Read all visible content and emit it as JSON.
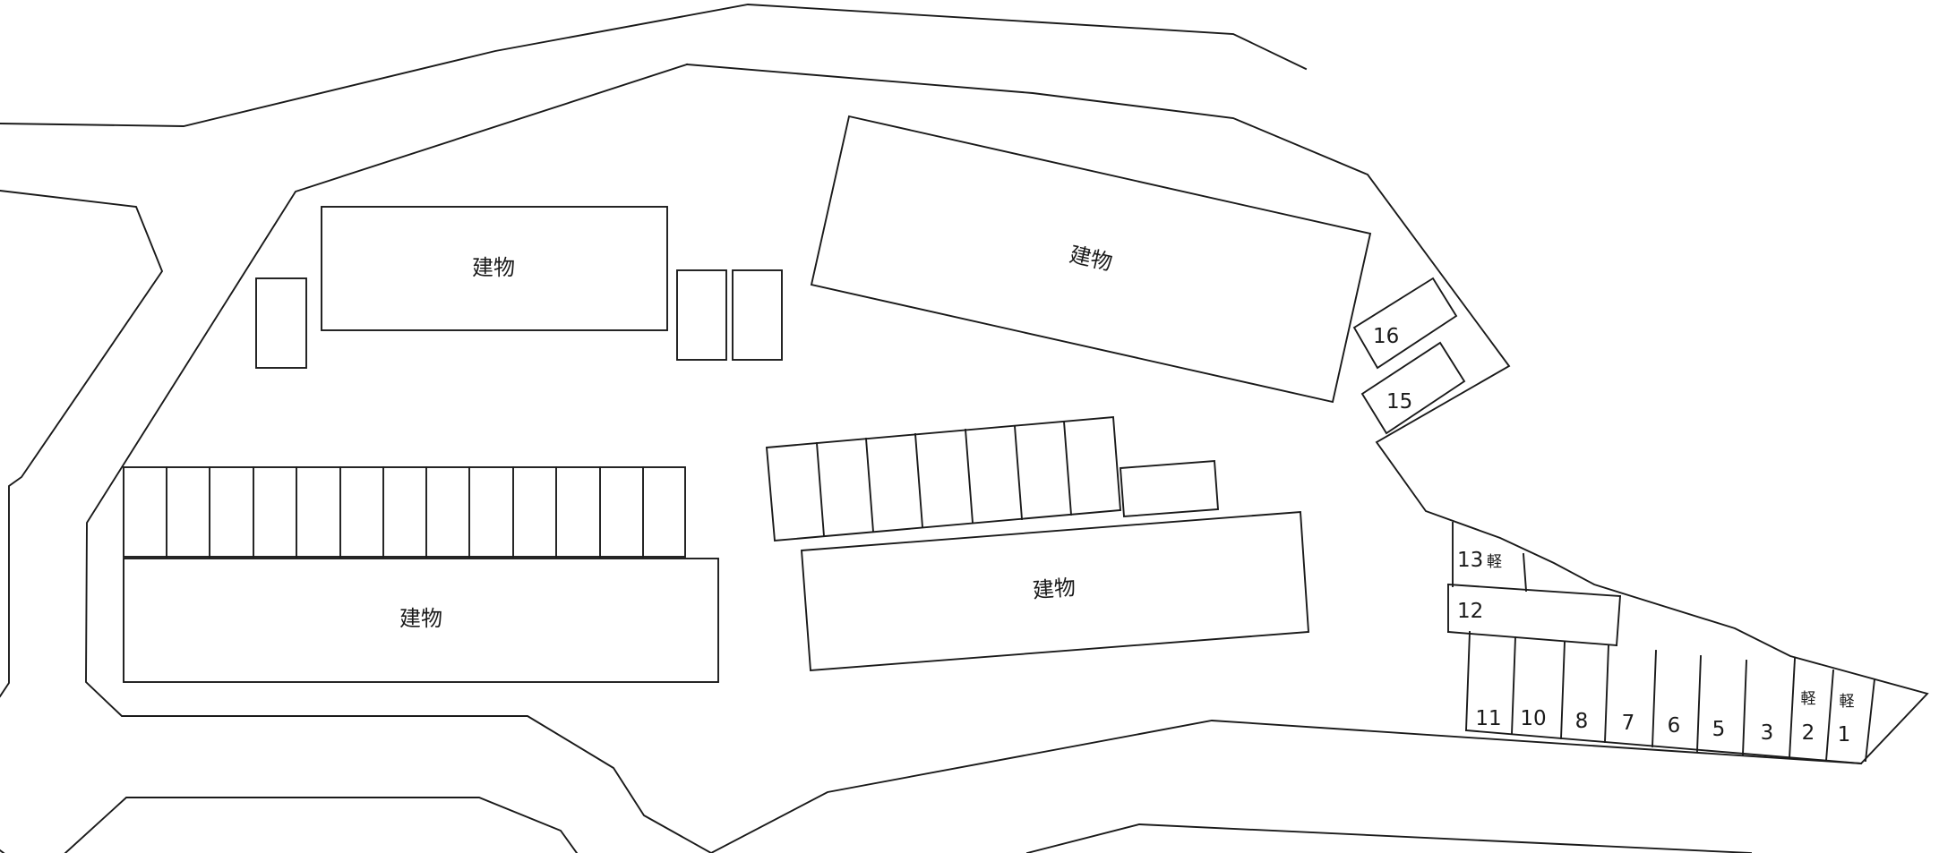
{
  "buildings": [
    "建物",
    "建物",
    "建物",
    "建物"
  ],
  "spaces": {
    "s1": "1",
    "s2": "2",
    "s3": "3",
    "s5": "5",
    "s6": "6",
    "s7": "7",
    "s8": "8",
    "s10": "10",
    "s11": "11",
    "s12": "12",
    "s13": "13",
    "s15": "15",
    "s16": "16"
  },
  "kei_mark": "軽"
}
